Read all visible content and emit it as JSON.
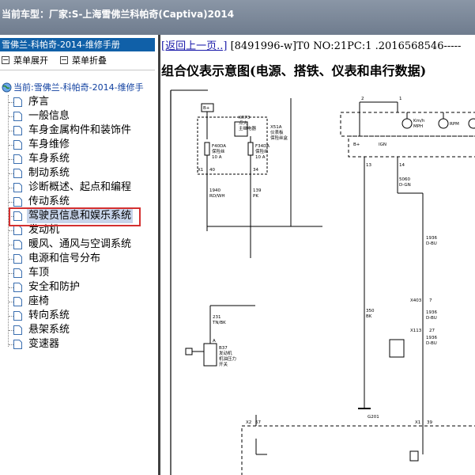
{
  "window": {
    "title": "当前车型：厂家:S-上海雪佛兰科帕奇(Captiva)2014"
  },
  "left_panel": {
    "header": "雪佛兰-科帕奇-2014-维修手册",
    "toolbar": {
      "expand_label": "菜单展开",
      "collapse_label": "菜单折叠"
    },
    "tree_root": "当前:雪佛兰-科帕奇-2014-维修手",
    "tree_items": [
      "序言",
      "一般信息",
      "车身金属构件和装饰件",
      "车身维修",
      "车身系统",
      "制动系统",
      "诊断概述、起点和编程",
      "传动系统",
      "驾驶员信息和娱乐系统",
      "发动机",
      "暖风、通风与空调系统",
      "电源和信号分布",
      "车顶",
      "安全和防护",
      "座椅",
      "转向系统",
      "悬架系统",
      "变速器"
    ],
    "selected_index": 8
  },
  "right_panel": {
    "back_link": "[返回上一页..]",
    "doc_code": "[8491996-w]T0 NO:21PC:1 .2016568546-----",
    "doc_title": "组合仪表示意图(电源、搭铁、仪表和串行数据)"
  },
  "diagram": {
    "labels": {
      "bplus_left": "B+",
      "x51a": "X51A",
      "x51a_name1": "仪表板",
      "x51a_name2": "保险丝盒",
      "kr73": "KR73",
      "kr73_name1": "点火",
      "kr73_name2": "主继电器",
      "f40da": "F40DA",
      "f40da_name": "保险丝",
      "f40da_amp": "10 A",
      "f34da": "F34DA",
      "f34da_name": "保险丝",
      "f34da_amp": "10 A",
      "x1": "X1",
      "pin40": "40",
      "pin34": "34",
      "w1940": "1940",
      "w1940_color": "RD/WH",
      "w139": "139",
      "w139_color": "PK",
      "pin2": "2",
      "pin1": "1",
      "bplus_cluster": "B+",
      "ign": "IGN",
      "pin13": "13",
      "pin14": "14",
      "kmh": "Km/h",
      "mph": "MPH",
      "rpm": "RPM",
      "w5060": "5060",
      "w5060_color": "D-GN",
      "w1936a": "1936",
      "w1936a_color": "D-BU",
      "x403": "X403",
      "pin7": "7",
      "w1936b": "1936",
      "w1936b_color": "D-BU",
      "x113": "X113",
      "pin27": "27",
      "w1936c": "1936",
      "w1936c_color": "D-BU",
      "w350": "350",
      "w350_color": "BK",
      "w231": "231",
      "w231_color": "TN/BK",
      "b37": "B37",
      "b37_name1": "发动机",
      "b37_name2": "机油压力",
      "b37_name3": "开关",
      "pin_a": "A",
      "g201": "G201",
      "x2": "X2",
      "pin67": "67",
      "x1b": "X1",
      "pin39": "39"
    }
  },
  "colors": {
    "title_bar": "#7f8b9b",
    "left_header": "#1060a8",
    "selection_box": "#d43030",
    "link": "#1a1aaa"
  }
}
